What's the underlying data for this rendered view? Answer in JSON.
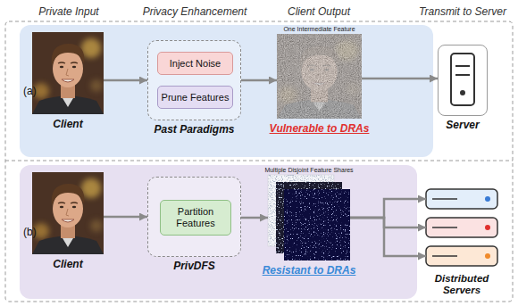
{
  "diagram": {
    "nodes": [
      {
        "text": [
          "(a)"
        ]
      },
      {
        "text": [
          "Client"
        ],
        "in": 0
      },
      {
        "text": [
          "Past Paradigms"
        ],
        "in": 0
      },
      {
        "text": [
          "Inject Noise"
        ],
        "in": 2
      },
      {
        "text": [
          "Prune Features"
        ],
        "in": 2
      },
      {
        "text": [
          "One Intermediate Feature",
          "Vulnerable to DRAs"
        ],
        "in": 0
      },
      {
        "text": [
          "Server"
        ]
      },
      {
        "text": [
          "(b)"
        ]
      },
      {
        "text": [
          "Client"
        ],
        "in": 7
      },
      {
        "text": [
          "PrivDFS"
        ],
        "in": 7
      },
      {
        "text": [
          "Partition Features"
        ],
        "in": 9
      },
      {
        "text": [
          "Multiple Disjoint Feature Shares",
          "Resistant to DRAs"
        ],
        "in": 7
      },
      {
        "text": [
          "Distributed Servers"
        ]
      }
    ],
    "edges": [
      {
        "from": 1,
        "to": 2,
        "arrow": "to"
      },
      {
        "from": 2,
        "to": 5,
        "arrow": "to"
      },
      {
        "from": 5,
        "to": 6,
        "arrow": "to"
      },
      {
        "from": 8,
        "to": 9,
        "arrow": "to"
      },
      {
        "from": 9,
        "to": 11,
        "arrow": "to"
      },
      {
        "from": 11,
        "to": 12,
        "arrow": "to"
      }
    ],
    "labels": [
      "Private Input",
      "Privacy Enhancement",
      "Client Output",
      "Transmit to Server"
    ]
  }
}
